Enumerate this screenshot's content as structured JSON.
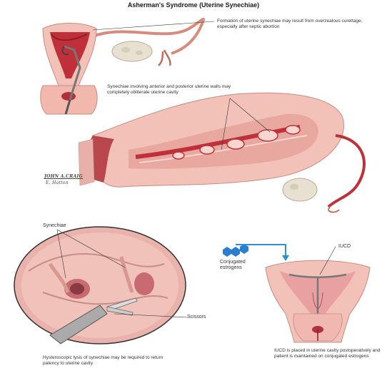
{
  "title": "Asherman's Syndrome (Uterine Synechiae)",
  "captions": {
    "curettage": "Formation of uterine synechiae may result from overzealous curettage, especially after septic abortion",
    "synechiae_walls": "Synechiae involving anterior and posterior uterine walls may completely obliterate uterine cavity",
    "hysteroscopic": "Hysteroscopic lysis of synechiae may be required to return patency to uterine cavity",
    "iucd_note": "IUCD is placed in uterine cavity postoperatively and patient is maintained on conjugated estrogens"
  },
  "labels": {
    "synechiae": "Synechiae",
    "scissors": "Scissors",
    "conjugated_estrogens": "Conjugated estrogens",
    "iucd": "IUCD"
  },
  "signature": {
    "artist": "JOHN A.CRAIG",
    "credit": "E. Hatton"
  },
  "colors": {
    "tissue_pink": "#f2c2b8",
    "tissue_dark": "#c0303a",
    "ovary": "#e8e0d0",
    "arrow_blue": "#2b8fd6",
    "molecule_blue": "#2a7fd0"
  }
}
